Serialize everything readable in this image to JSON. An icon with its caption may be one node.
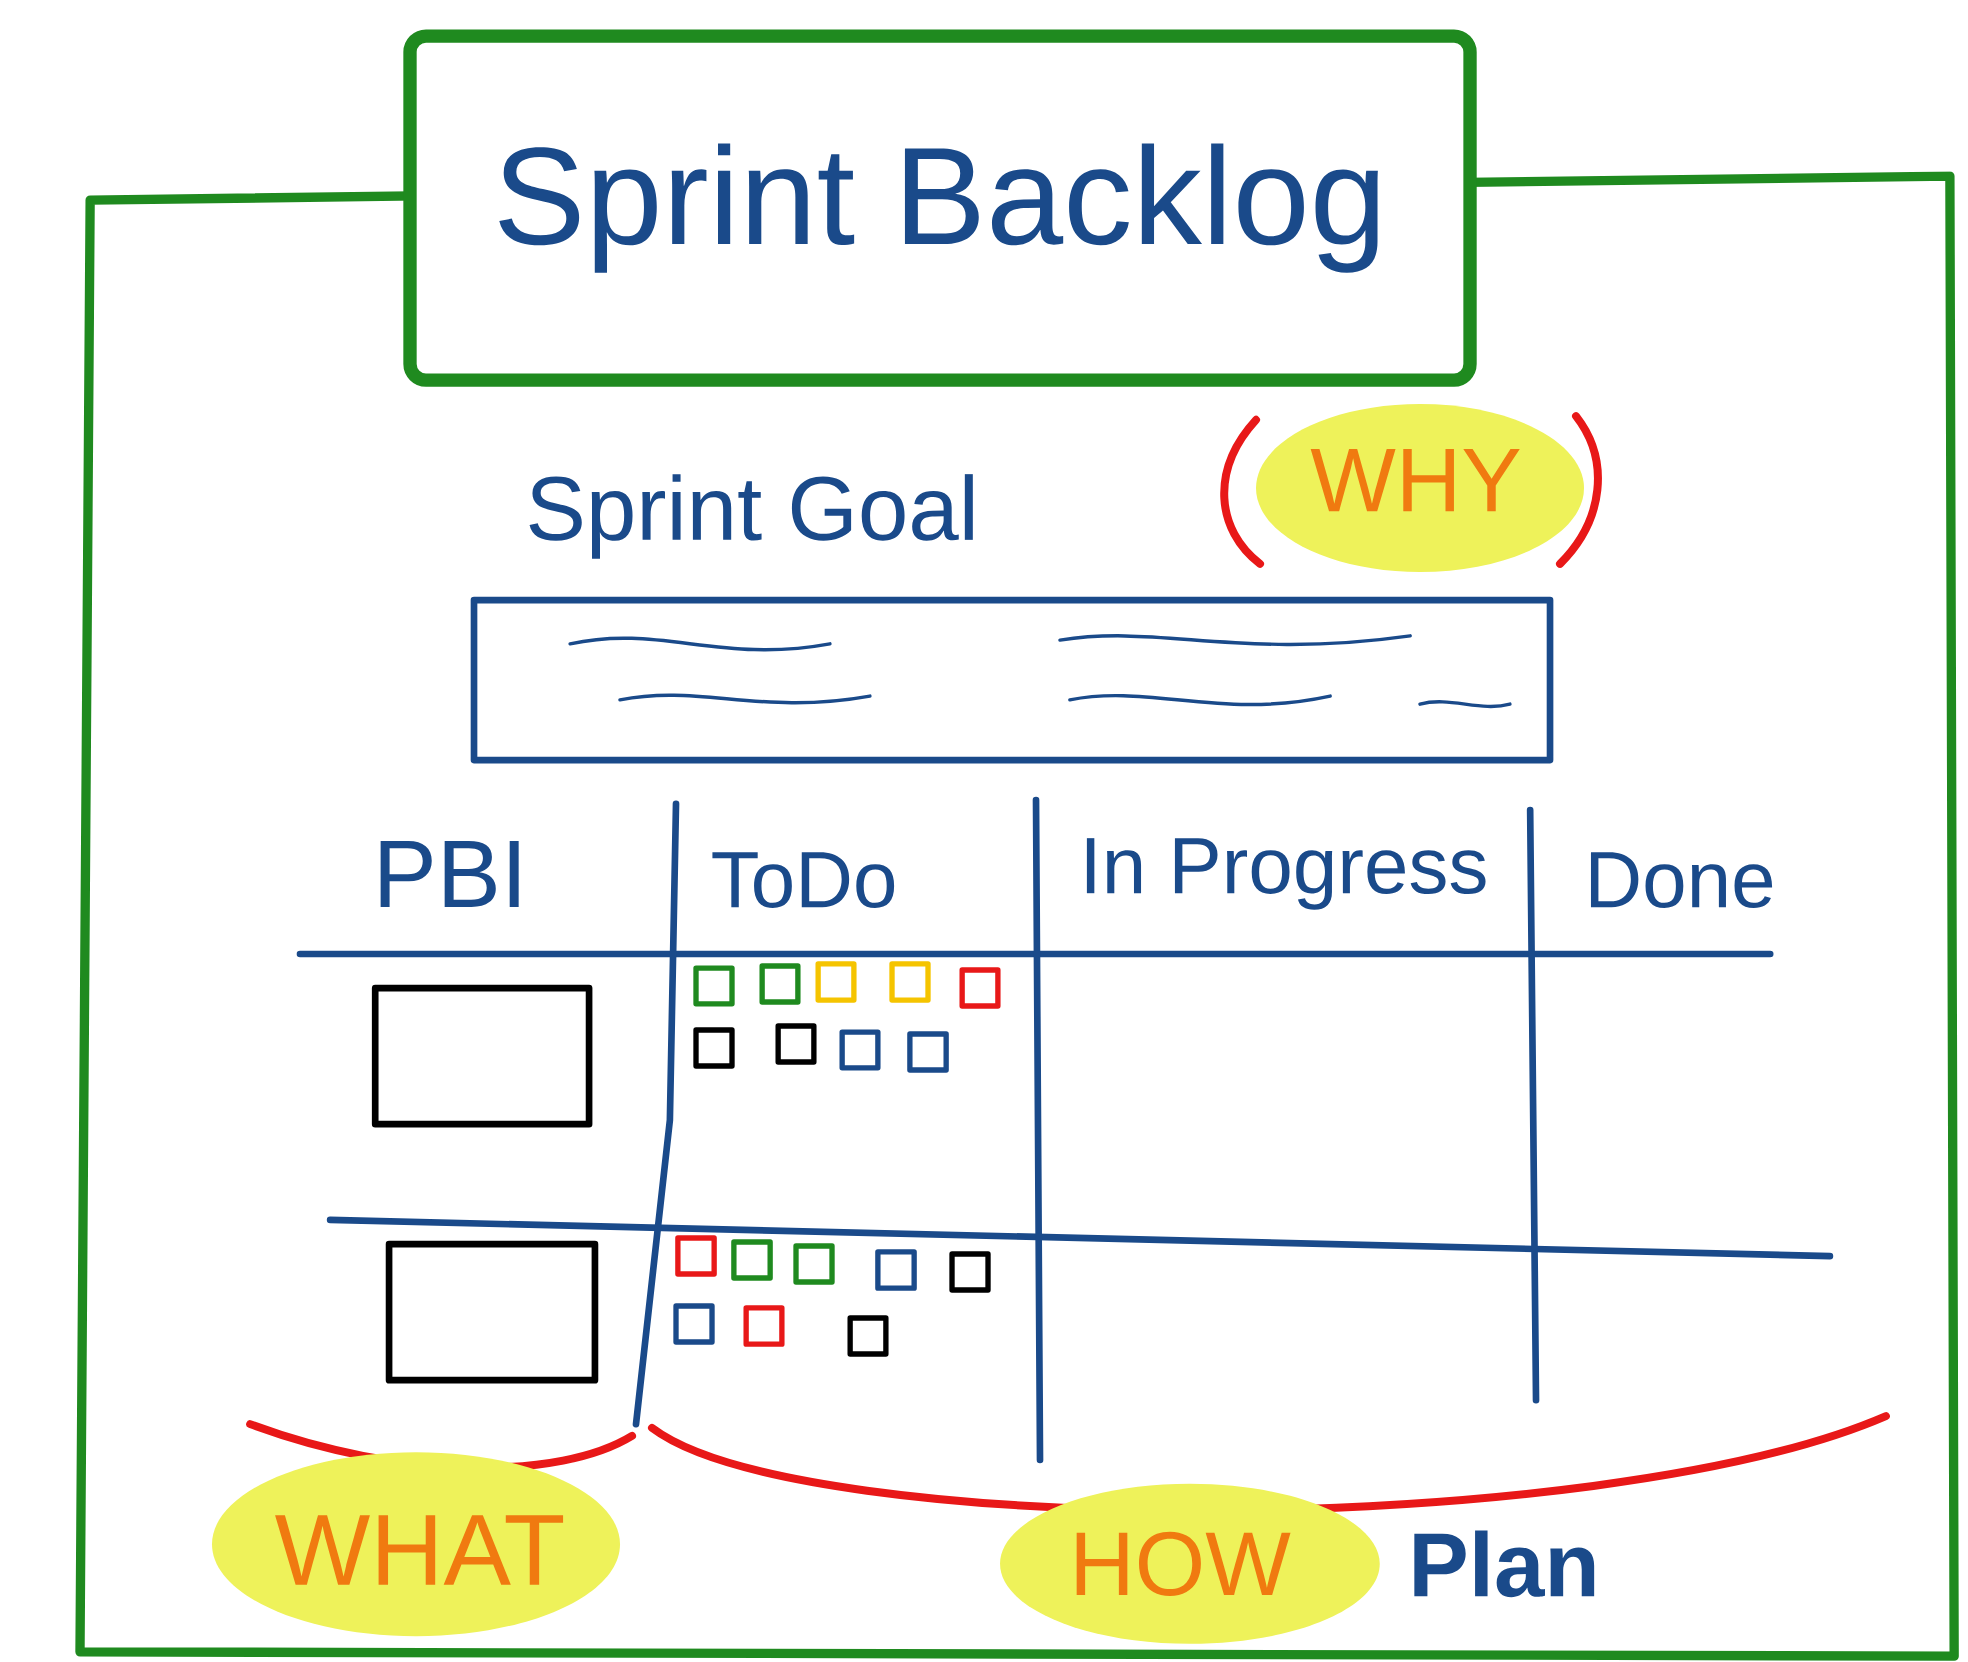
{
  "diagram": {
    "nodes": [
      {
        "text": [
          "Sprint Backlog"
        ]
      },
      {
        "text": [
          "Sprint Goal",
          "WHY"
        ]
      },
      {
        "text": [],
        "shape": "box"
      },
      {
        "text": [],
        "shape": "box"
      }
    ],
    "labels": [
      "PBI",
      "ToDo",
      "In Progress",
      "Done",
      "WHAT",
      "HOW",
      "Plan"
    ]
  }
}
